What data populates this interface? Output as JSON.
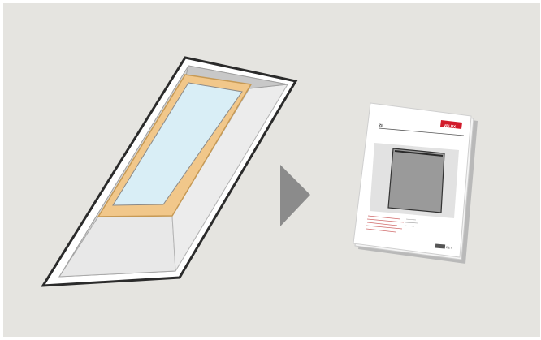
{
  "booklet": {
    "model_code": "ZIL",
    "brand": "VELUX",
    "footer_mark": "DE 4"
  },
  "colors": {
    "background": "#e5e4e0",
    "frame_outline": "#2b2b2b",
    "window_frame": "#f1c78a",
    "glass": "#d9eef6",
    "arrow": "#8b8b8b",
    "brand_red": "#d11a2a",
    "blind": "#9a9a9a"
  }
}
